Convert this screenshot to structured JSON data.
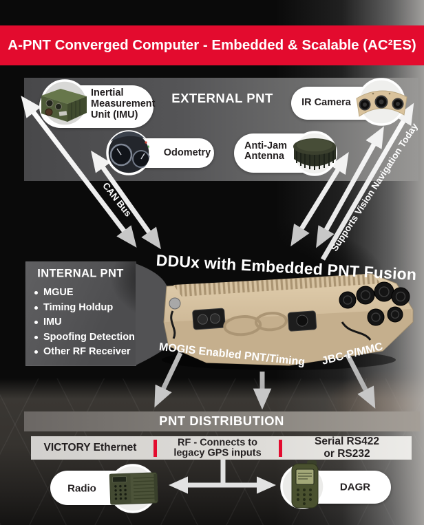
{
  "header": {
    "title": "A-PNT Converged Computer - Embedded & Scalable (AC²ES)"
  },
  "external": {
    "heading": "EXTERNAL PNT",
    "items": [
      {
        "label": "Inertial\nMeasurement\nUnit (IMU)",
        "icon": "imu-device-photo"
      },
      {
        "label": "Odometry",
        "icon": "odometry-gauges-photo"
      },
      {
        "label": "IR Camera",
        "icon": "ir-camera-photo"
      },
      {
        "label": "Anti-Jam\nAntenna",
        "icon": "anti-jam-antenna-photo"
      }
    ]
  },
  "connections": {
    "can_bus": "CAN Bus",
    "vision": "Supports Vision Navigation Today"
  },
  "internal": {
    "heading": "INTERNAL PNT",
    "items": [
      "MGUE",
      "Timing Holdup",
      "IMU",
      "Spoofing Detection",
      "Other RF Receiver"
    ]
  },
  "ddux": {
    "title": "DDUx with Embedded PNT Fusion",
    "label_left": "MOGIS Enabled PNT/Timing",
    "label_right": "JBC-P/MMC",
    "icon": "ddux-rugged-computer-photo"
  },
  "distribution": {
    "heading": "PNT DISTRIBUTION",
    "seg1": "VICTORY Ethernet",
    "seg2": "RF - Connects to\nlegacy GPS inputs",
    "seg3": "Serial RS422 or RS232",
    "endpoints": [
      {
        "label": "Radio",
        "icon": "radio-photo"
      },
      {
        "label": "DAGR",
        "icon": "dagr-photo"
      }
    ]
  },
  "colors": {
    "accent_red": "#e30b2e",
    "panel_gray": "#58585a",
    "light_bar": "#d8d6d3"
  }
}
